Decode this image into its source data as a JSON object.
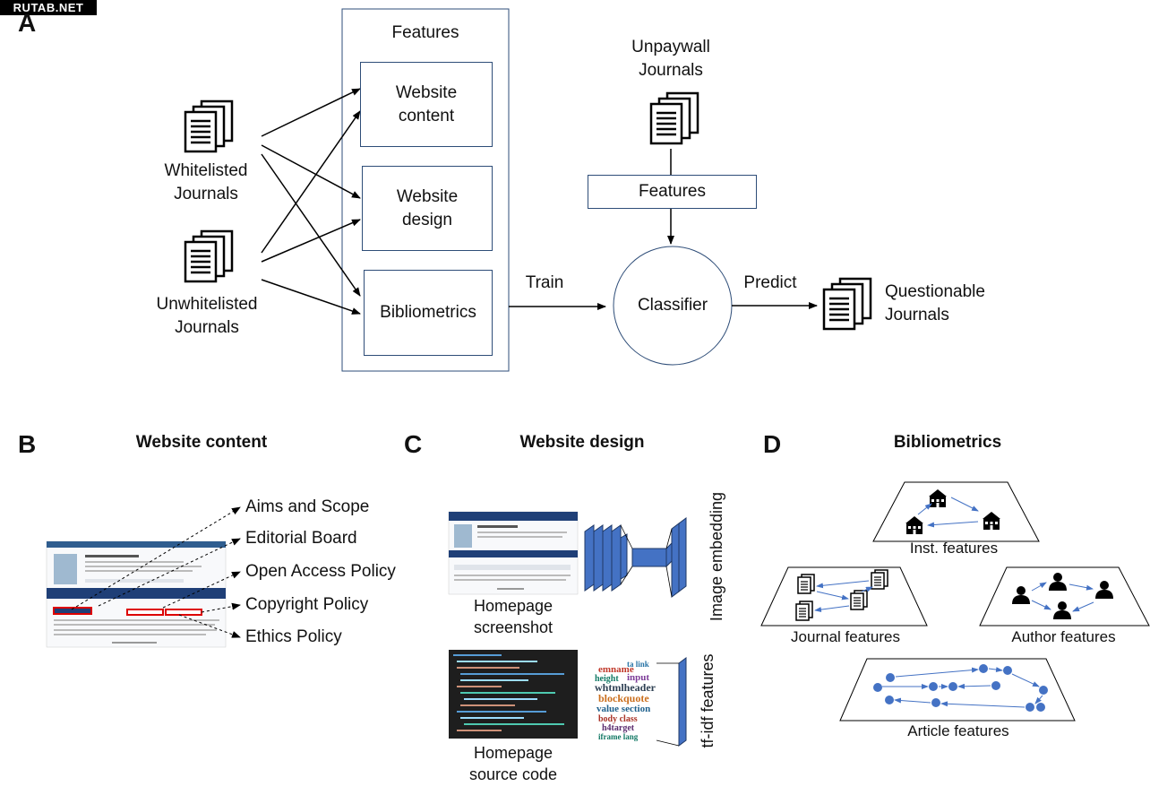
{
  "watermark": "RUTAB.NET",
  "panel_a": {
    "letter": "A",
    "features_title": "Features",
    "website_content": [
      "Website",
      "content"
    ],
    "website_design": [
      "Website",
      "design"
    ],
    "bibliometrics": "Bibliometrics",
    "whitelisted": [
      "Whitelisted",
      "Journals"
    ],
    "unwhitelisted": [
      "Unwhitelisted",
      "Journals"
    ],
    "unpaywall": [
      "Unpaywall",
      "Journals"
    ],
    "features_box": "Features",
    "train": "Train",
    "classifier": "Classifier",
    "predict": "Predict",
    "questionable": [
      "Questionable",
      "Journals"
    ]
  },
  "panel_b": {
    "letter": "B",
    "title": "Website content",
    "items": [
      "Aims and Scope",
      "Editorial Board",
      "Open Access Policy",
      "Copyright Policy",
      "Ethics Policy"
    ]
  },
  "panel_c": {
    "letter": "C",
    "title": "Website design",
    "screenshot_label": [
      "Homepage",
      "screenshot"
    ],
    "source_label": [
      "Homepage",
      "source code"
    ],
    "image_embedding": "Image embedding",
    "tfidf": "tf-idf features"
  },
  "panel_d": {
    "letter": "D",
    "title": "Bibliometrics",
    "inst": "Inst. features",
    "journal": "Journal features",
    "author": "Author features",
    "article": "Article features"
  }
}
